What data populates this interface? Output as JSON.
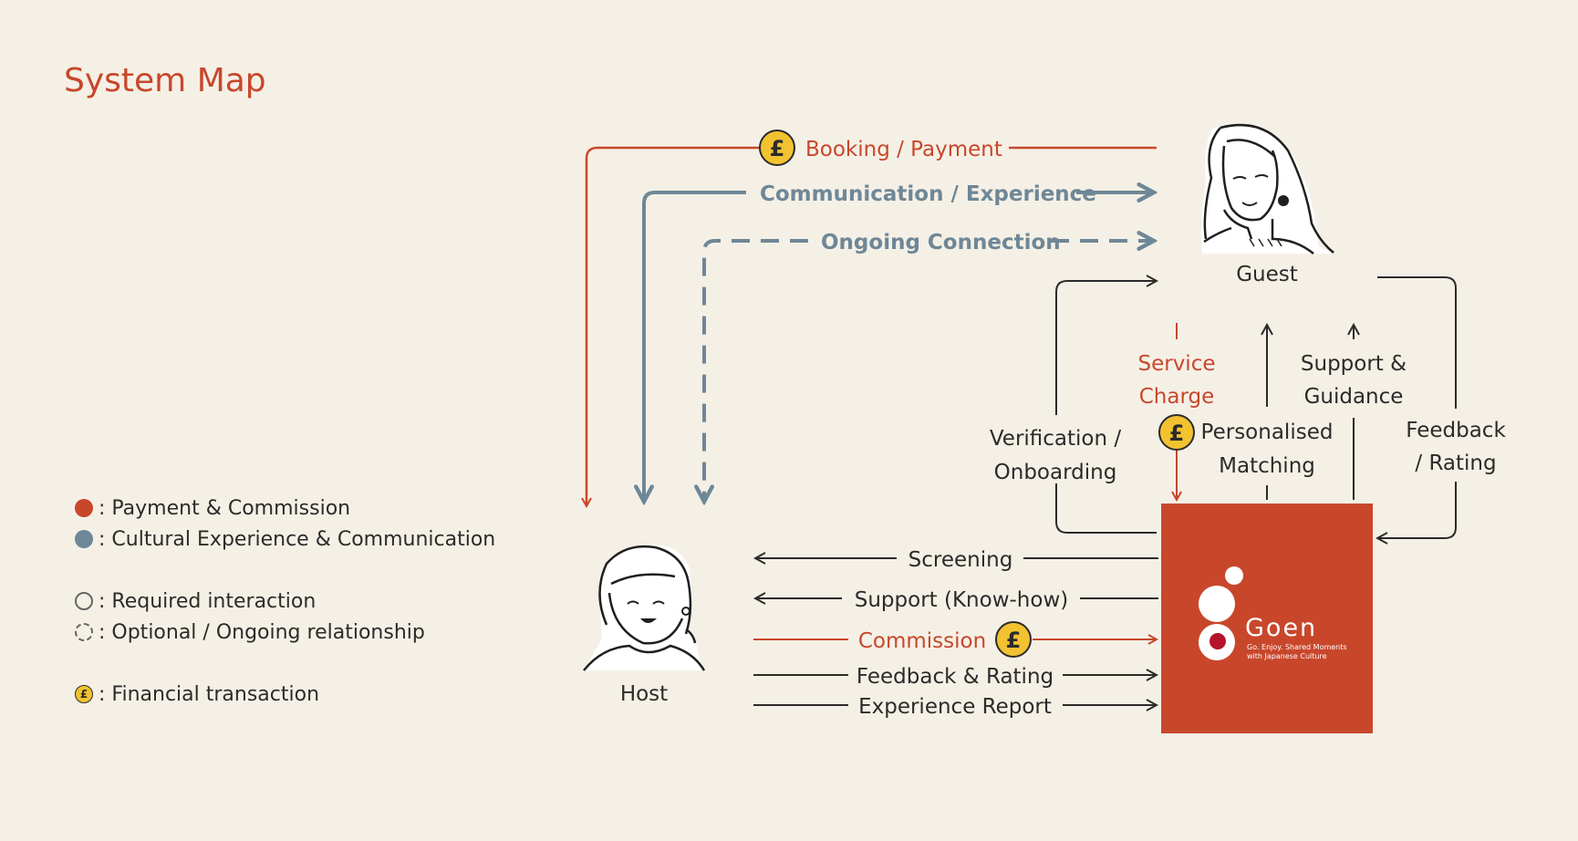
{
  "title": "System Map",
  "nodes": {
    "guest": "Guest",
    "host": "Host",
    "goen_logo": "Goen",
    "goen_tagline_1": "Go. Enjoy. Shared Moments",
    "goen_tagline_2": "with Japanese Culture"
  },
  "flows": {
    "booking": "Booking / Payment",
    "communication": "Communication / Experience",
    "ongoing": "Ongoing Connection",
    "verification_1": "Verification /",
    "verification_2": "Onboarding",
    "service_charge_1": "Service",
    "service_charge_2": "Charge",
    "matching_1": "Personalised",
    "matching_2": "Matching",
    "support_1": "Support &",
    "support_2": "Guidance",
    "feedback_1": "Feedback",
    "feedback_2": "/ Rating",
    "screening": "Screening",
    "support_knowhow": "Support (Know-how)",
    "commission": "Commission",
    "feedback_rating": "Feedback & Rating",
    "experience_report": "Experience Report"
  },
  "legend": {
    "payment": ": Payment & Commission",
    "cultural": ": Cultural Experience & Communication",
    "required": ": Required interaction",
    "optional": ": Optional / Ongoing relationship",
    "financial": ": Financial transaction",
    "coin_symbol": "£"
  },
  "colors": {
    "payment": "#c8472b",
    "cultural": "#6e8797",
    "coin": "#f2c230",
    "line": "#2b2b2b",
    "background": "#f5f0e6"
  }
}
